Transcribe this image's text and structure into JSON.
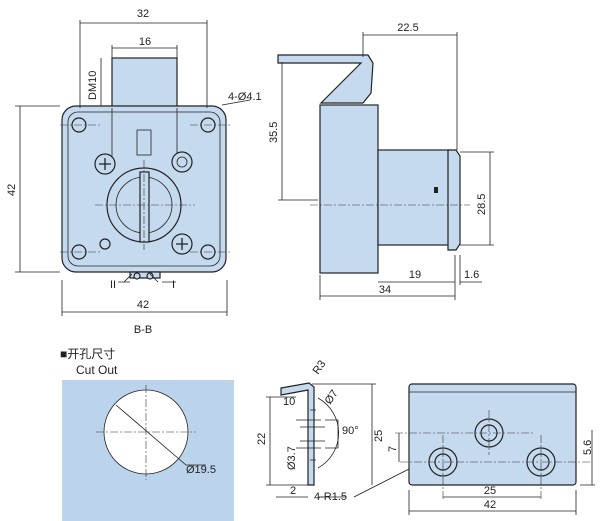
{
  "front_view": {
    "dim_width_top": "32",
    "dim_spindle": "16",
    "dim_spindle_height": "DM10",
    "dim_holes": "4-Ø4.1",
    "dim_height": "42",
    "dim_width_bottom": "42",
    "marker_2": "II",
    "marker_1": "I",
    "section_label": "B-B"
  },
  "side_view": {
    "dim_bolt": "22.5",
    "dim_height": "35.5",
    "dim_flange": "28.5",
    "dim_cylinder": "19",
    "dim_flange_thickness": "1.6",
    "dim_depth": "34"
  },
  "cutout": {
    "title": "■开孔尺寸",
    "subtitle": "Cut Out",
    "dim_diameter": "Ø19.5",
    "panel_color": "#bcd3ec"
  },
  "strike_plate": {
    "dim_radius": "R3",
    "dim_lip": "10",
    "dim_countersink": "Ø7",
    "dim_angle": "90°",
    "dim_height_22": "22",
    "dim_hole": "Ø3.7",
    "dim_height_25": "25",
    "dim_offset": "7",
    "dim_edge": "5.6",
    "dim_thickness": "2",
    "dim_corner": "4-R1.5",
    "dim_hole_spacing": "25",
    "dim_width": "42"
  },
  "colors": {
    "part_fill": "#c6daef"
  }
}
